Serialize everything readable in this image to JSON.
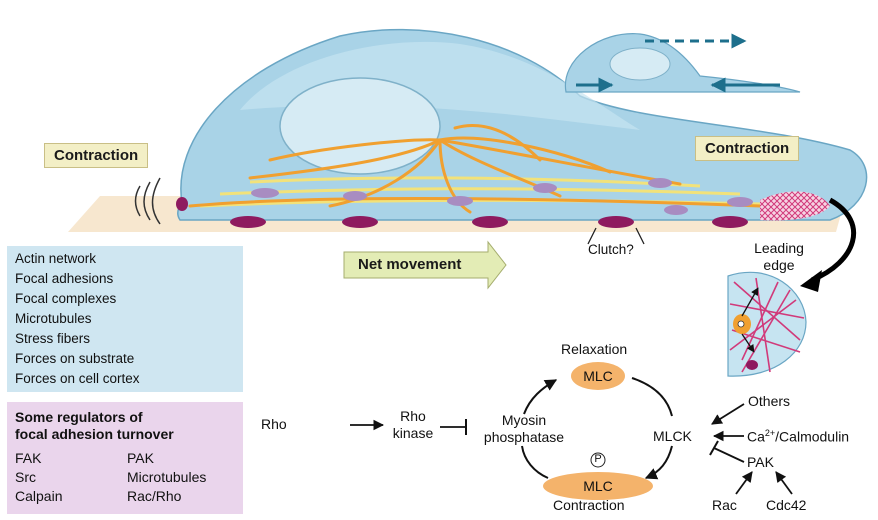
{
  "labels": {
    "contraction_left": "Contraction",
    "contraction_right": "Contraction",
    "net_movement": "Net movement",
    "clutch": "Clutch?",
    "leading_edge_line1": "Leading",
    "leading_edge_line2": "edge"
  },
  "legend": [
    {
      "label": "Actin network",
      "icon": "actin-network-swatch"
    },
    {
      "label": "Focal adhesions",
      "icon": "focal-adhesion-swatch"
    },
    {
      "label": "Focal complexes",
      "icon": "focal-complex-swatch"
    },
    {
      "label": "Microtubules",
      "icon": "microtubule-swatch"
    },
    {
      "label": "Stress fibers",
      "icon": "stress-fiber-swatch"
    },
    {
      "label": "Forces on substrate",
      "icon": "solid-arrow-swatch"
    },
    {
      "label": "Forces on cell cortex",
      "icon": "dashed-arrow-swatch"
    }
  ],
  "regulators": {
    "title_line1": "Some regulators of",
    "title_line2": "focal adhesion turnover",
    "col1": [
      "FAK",
      "Src",
      "Calpain"
    ],
    "col2": [
      "PAK",
      "Microtubules",
      "Rac/Rho"
    ]
  },
  "pathway": {
    "rho": "Rho",
    "rho_kinase_line1": "Rho",
    "rho_kinase_line2": "kinase",
    "myosin_line1": "Myosin",
    "myosin_line2": "phosphatase",
    "relaxation": "Relaxation",
    "mlc_top": "MLC",
    "mlc_bottom": "MLC",
    "phospho": "P",
    "contraction": "Contraction",
    "mlck": "MLCK",
    "others": "Others",
    "ca_prefix": "Ca",
    "ca_sup": "2+",
    "ca_suffix": "/Calmodulin",
    "pak": "PAK",
    "rac": "Rac",
    "cdc42": "Cdc42"
  },
  "colors": {
    "cell_fill": "#a9d3e7",
    "nucleus_fill": "#d6ebf4",
    "microtubule": "#f0a030",
    "stress_fiber": "#f2e27a",
    "focal_adhesion": "#8e1a5f",
    "focal_complex_light": "#a88cc1",
    "actin": "#d13a7a",
    "substrate": "#f7e7cf",
    "force_arrow": "#1d6f8c",
    "mlc_fill": "#f4b36b",
    "label_bg": "#f3efc6",
    "legend_bg": "#cfe6f1",
    "regulator_bg": "#ead5ec",
    "net_movement_arrow": "#e3ecb5"
  }
}
